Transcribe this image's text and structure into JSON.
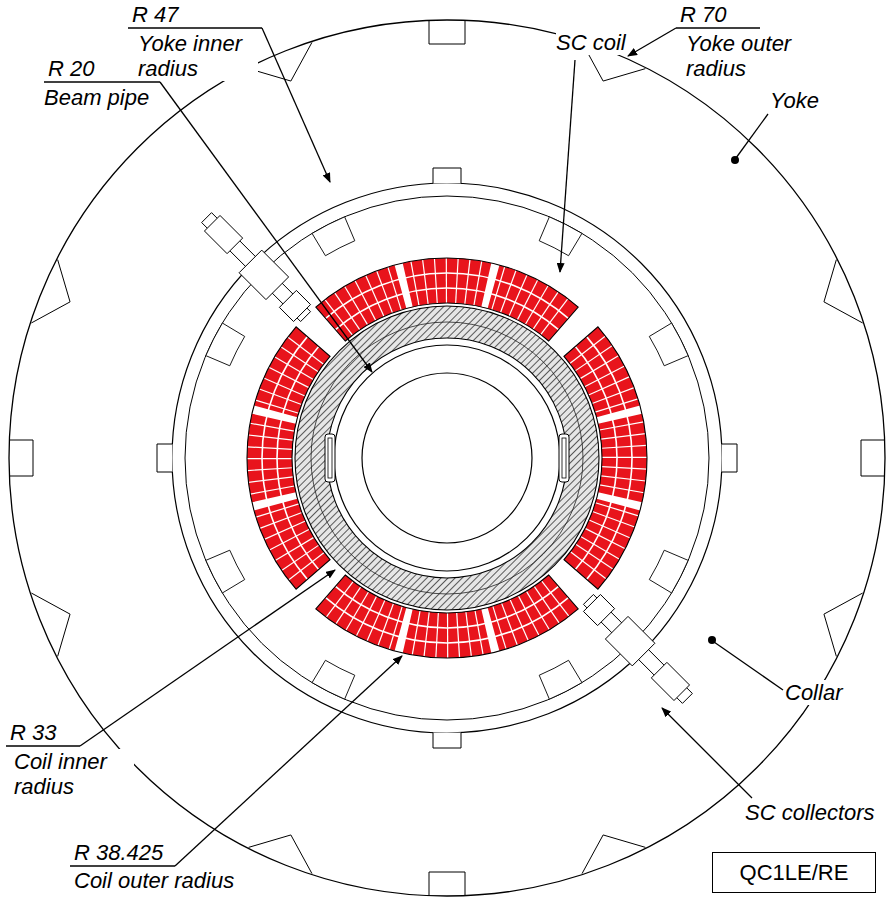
{
  "diagram": {
    "nodes": [
      {
        "text": [
          "QC1LE/RE"
        ]
      }
    ],
    "labels": [
      "R 47",
      "Yoke inner radius",
      "R 20",
      "Beam pipe",
      "SC coil",
      "R 70",
      "Yoke outer radius",
      "Yoke",
      "Collar",
      "SC collectors",
      "R 33",
      "Coil inner radius",
      "R 38.425",
      "Coil outer radius"
    ]
  }
}
